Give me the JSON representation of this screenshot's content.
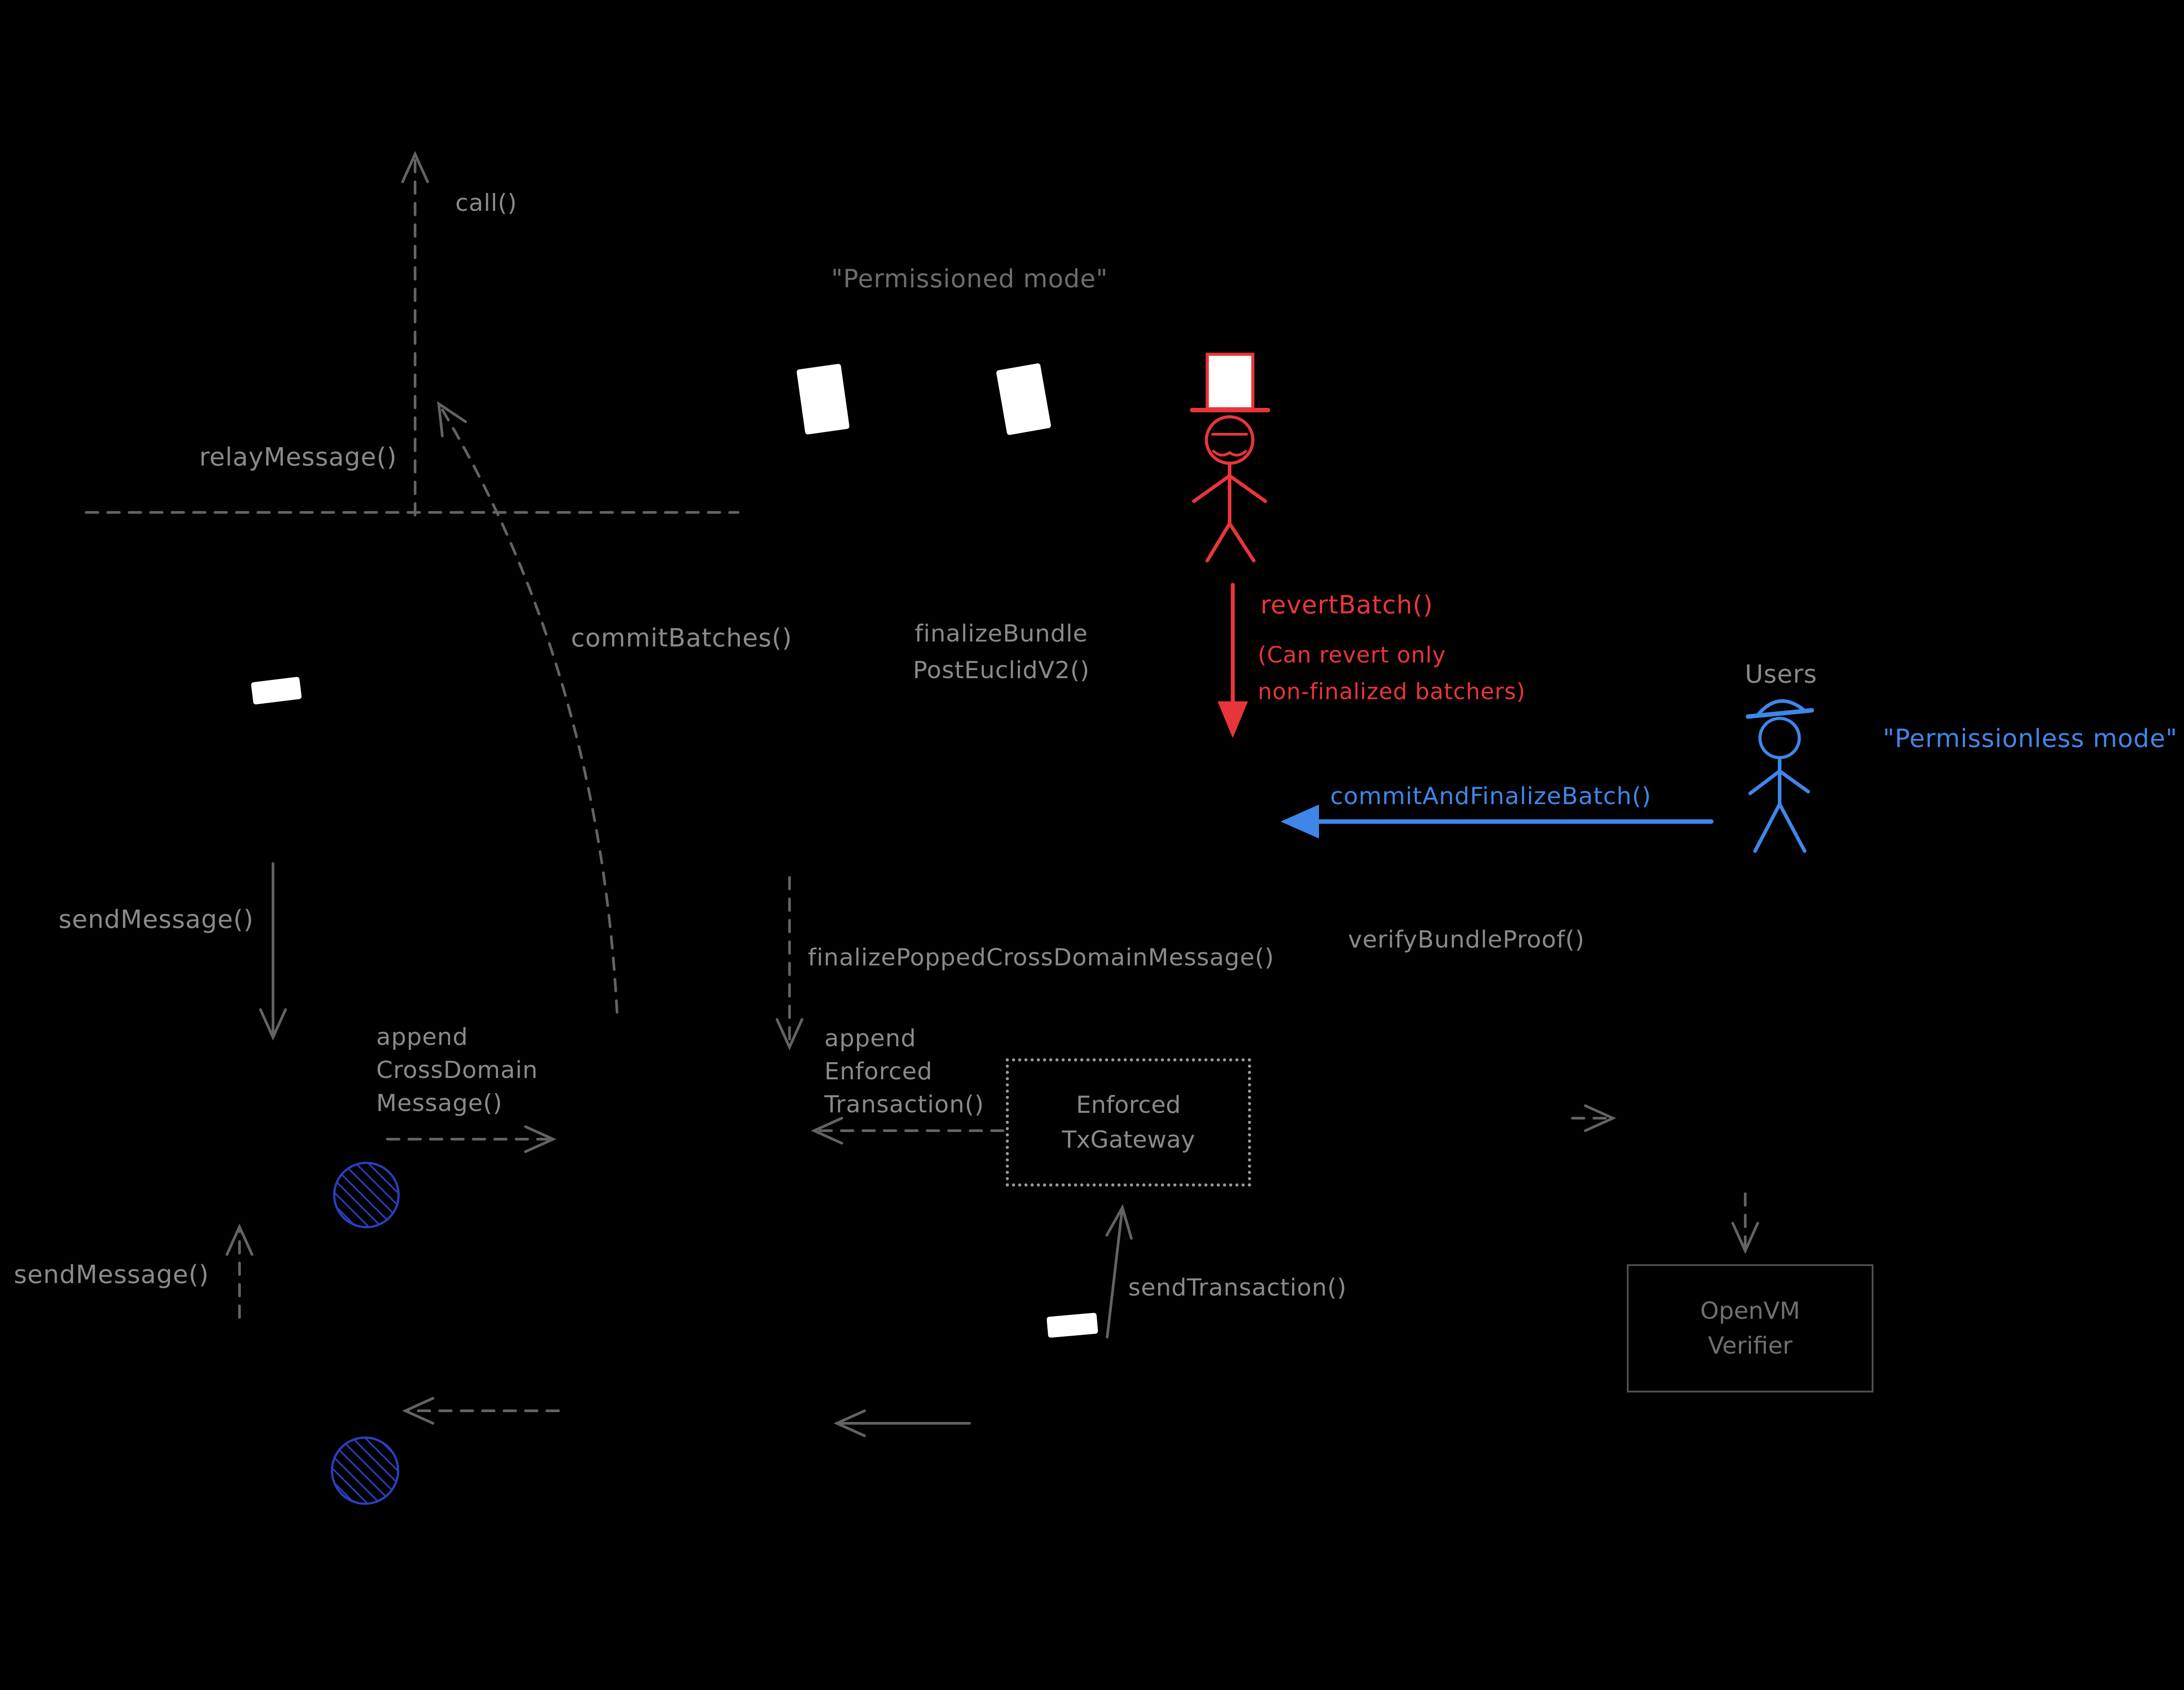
{
  "page": {
    "background": "#000000",
    "kind": "hand-drawn architecture diagram"
  },
  "colors": {
    "gray_label": "#8a8a8a",
    "gray_dim": "#6d6d6d",
    "gray_line": "#636363",
    "red": "#e8353b",
    "blue": "#3f86e8",
    "hatch_blue": "#2b3fc0",
    "white": "#ffffff"
  },
  "icons": {
    "permissioned_operator": "top-hat-mustache-stick-figure",
    "users": "capped-stick-figure",
    "hatched_nodes": "blue-cross-hatched-circle"
  },
  "labels": {
    "call": "call()",
    "permissioned_mode": "\"Permissioned mode\"",
    "relay_message": "relayMessage()",
    "commit_batches": "commitBatches()",
    "finalize_bundle": [
      "finalizeBundle",
      "PostEuclidV2()"
    ],
    "revert_batch": "revertBatch()",
    "revert_note": [
      "(Can revert only",
      "non-finalized batchers)"
    ],
    "users": "Users",
    "permissionless_mode": "\"Permissionless mode\"",
    "commit_and_finalize_batch": "commitAndFinalizeBatch()",
    "send_message_top": "sendMessage()",
    "finalize_popped": "finalizePoppedCrossDomainMessage()",
    "verify_bundle_proof": "verifyBundleProof()",
    "append_cross_domain": [
      "append",
      "CrossDomain",
      "Message()"
    ],
    "append_enforced": [
      "append",
      "Enforced",
      "Transaction()"
    ],
    "enforced_tx_gateway": [
      "Enforced",
      "TxGateway"
    ],
    "send_message_bottom": "sendMessage()",
    "send_transaction": "sendTransaction()",
    "openvm_verifier": [
      "OpenVM",
      "Verifier"
    ]
  }
}
